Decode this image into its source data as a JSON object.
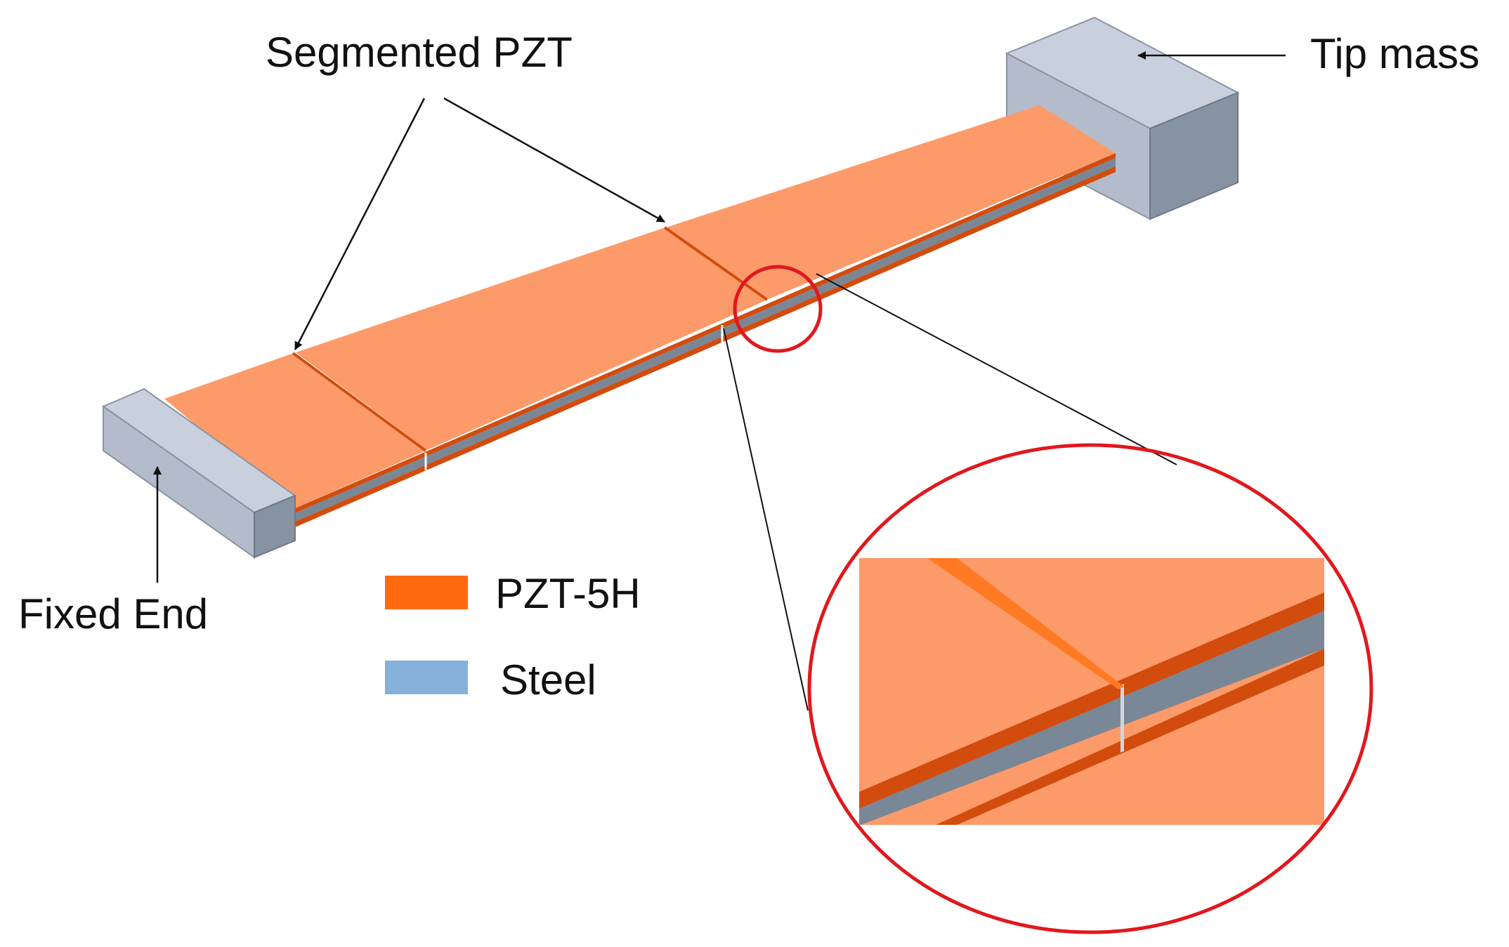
{
  "labels": {
    "segmented_pzt": "Segmented PZT",
    "tip_mass": "Tip mass",
    "fixed_end": "Fixed End"
  },
  "legend": [
    {
      "label": "PZT-5H",
      "color": "#ff6a10"
    },
    {
      "label": "Steel",
      "color": "#84b0da"
    }
  ],
  "colors": {
    "pzt_top": "#fd9a6a",
    "pzt_edge": "#d24c0e",
    "pzt_seam": "#ff7a22",
    "steel_side": "#7a8796",
    "block_top": "#c8d0de",
    "block_front": "#b4bccb",
    "block_side": "#8792a2",
    "highlight_circle": "#e0181d",
    "arrow": "#111111"
  }
}
